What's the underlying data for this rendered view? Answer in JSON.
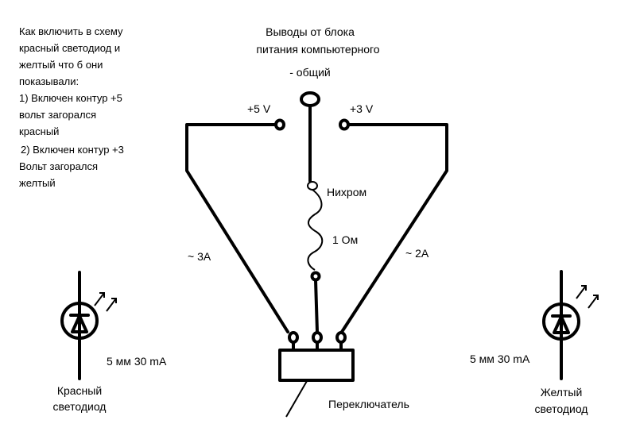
{
  "question": {
    "lines": [
      "Как включить в схему",
      "красный светодиод и",
      "желтый что б они",
      "показывали:",
      "1) Включен контур +5",
      "вольт загорался",
      "красный"
    ],
    "lines2": [
      "2) Включен контур +3",
      "Вольт загорался",
      "желтый"
    ]
  },
  "header": {
    "line1": "Выводы от блока",
    "line2": "питания компьютерного",
    "line3": "- общий"
  },
  "labels": {
    "plus5": "+5 V",
    "plus3": "+3 V",
    "nichrome": "Нихром",
    "resistance": "1 Ом",
    "current_left": "~ 3A",
    "current_right": "~ 2A",
    "switch": "Переключатель",
    "led_spec_red": "5 мм 30 mA",
    "led_spec_yellow": "5 мм 30 mA",
    "red_led_line1": "Красный",
    "red_led_line2": "светодиод",
    "yellow_led_line1": "Желтый",
    "yellow_led_line2": "светодиод"
  }
}
